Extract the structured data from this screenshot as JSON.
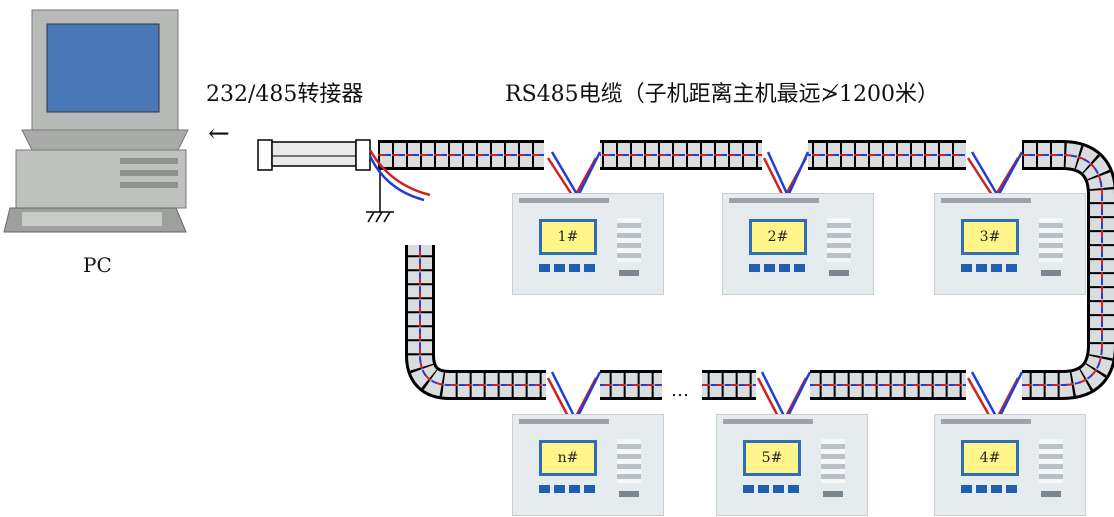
{
  "pc": {
    "label": "PC",
    "arrow": "←"
  },
  "converter": {
    "label": "232/485转接器"
  },
  "cable": {
    "label": "RS485电缆（子机距离主机最远≯1200米）"
  },
  "devices": [
    {
      "id": "1#"
    },
    {
      "id": "2#"
    },
    {
      "id": "3#"
    },
    {
      "id": "4#"
    },
    {
      "id": "5#"
    },
    {
      "id": "n#"
    }
  ],
  "ellipsis": "…",
  "colors": {
    "wire_red": "#d22020",
    "wire_blue": "#1e3fd8",
    "cable_fill": "#d9dde0",
    "screen": "#fff58a"
  }
}
